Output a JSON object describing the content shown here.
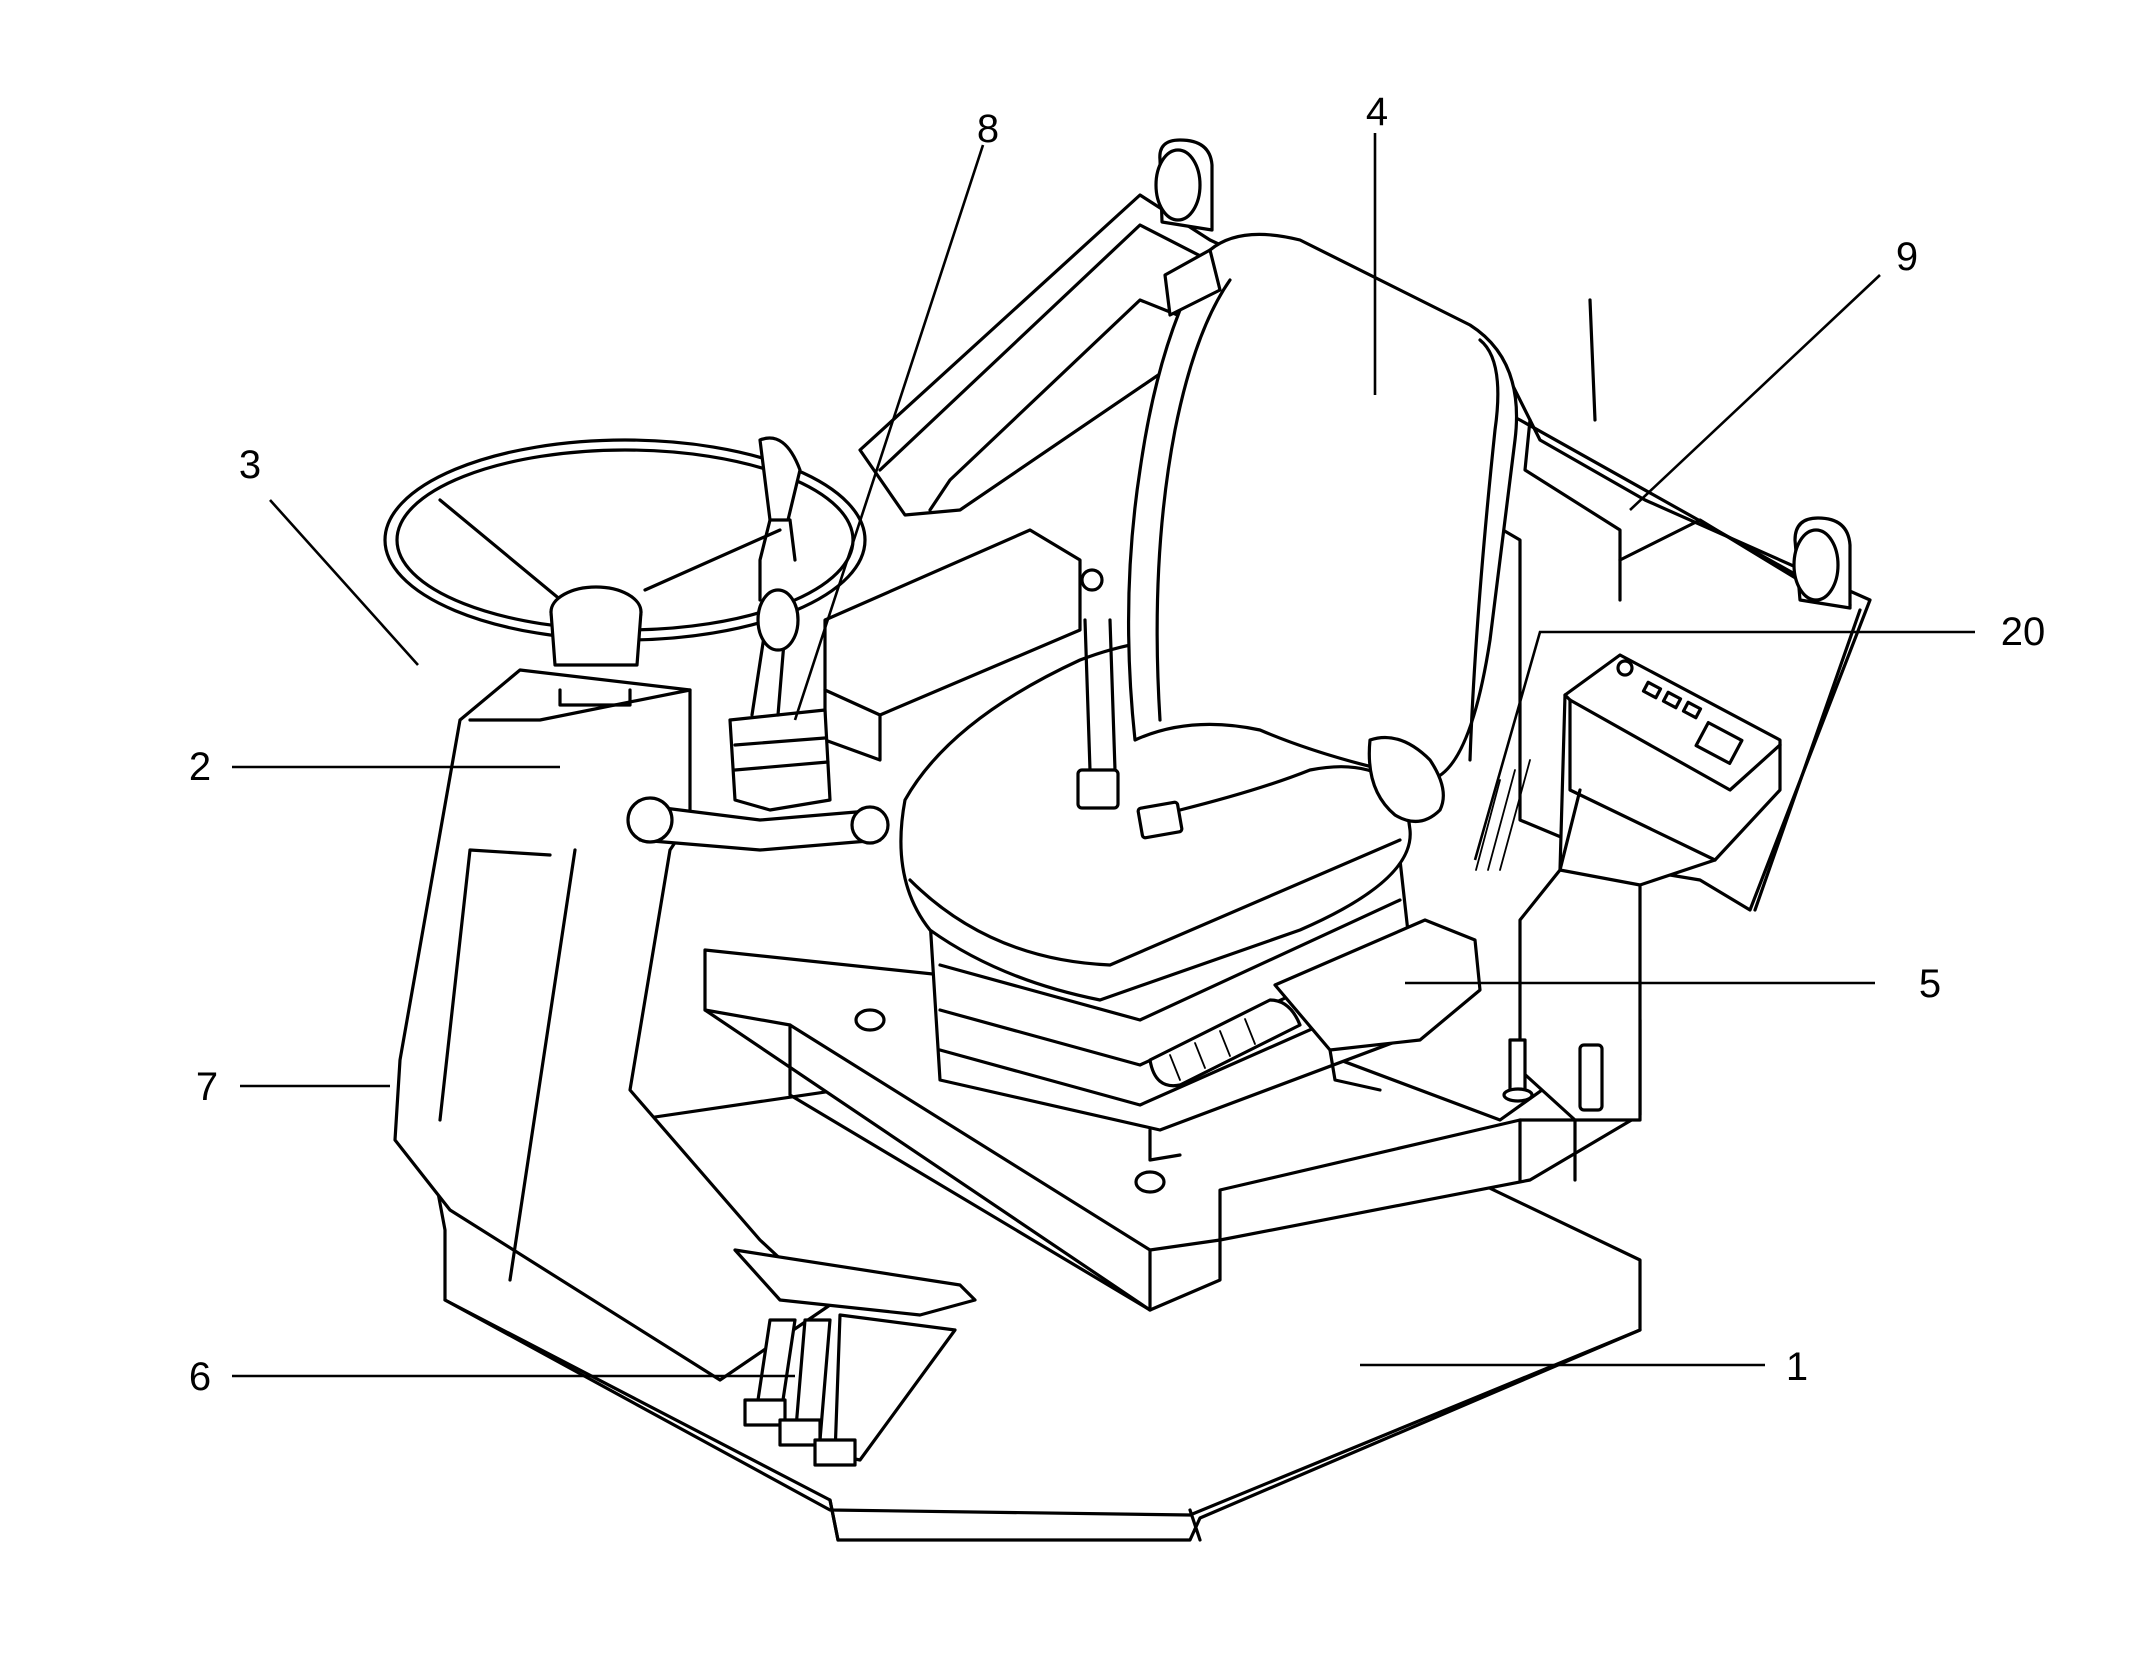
{
  "callouts": [
    {
      "id": "c1",
      "text": "1"
    },
    {
      "id": "c2",
      "text": "2"
    },
    {
      "id": "c3",
      "text": "3"
    },
    {
      "id": "c4",
      "text": "4"
    },
    {
      "id": "c5",
      "text": "5"
    },
    {
      "id": "c6",
      "text": "6"
    },
    {
      "id": "c7",
      "text": "7"
    },
    {
      "id": "c8",
      "text": "8"
    },
    {
      "id": "c9",
      "text": "9"
    },
    {
      "id": "c20",
      "text": "20"
    }
  ]
}
